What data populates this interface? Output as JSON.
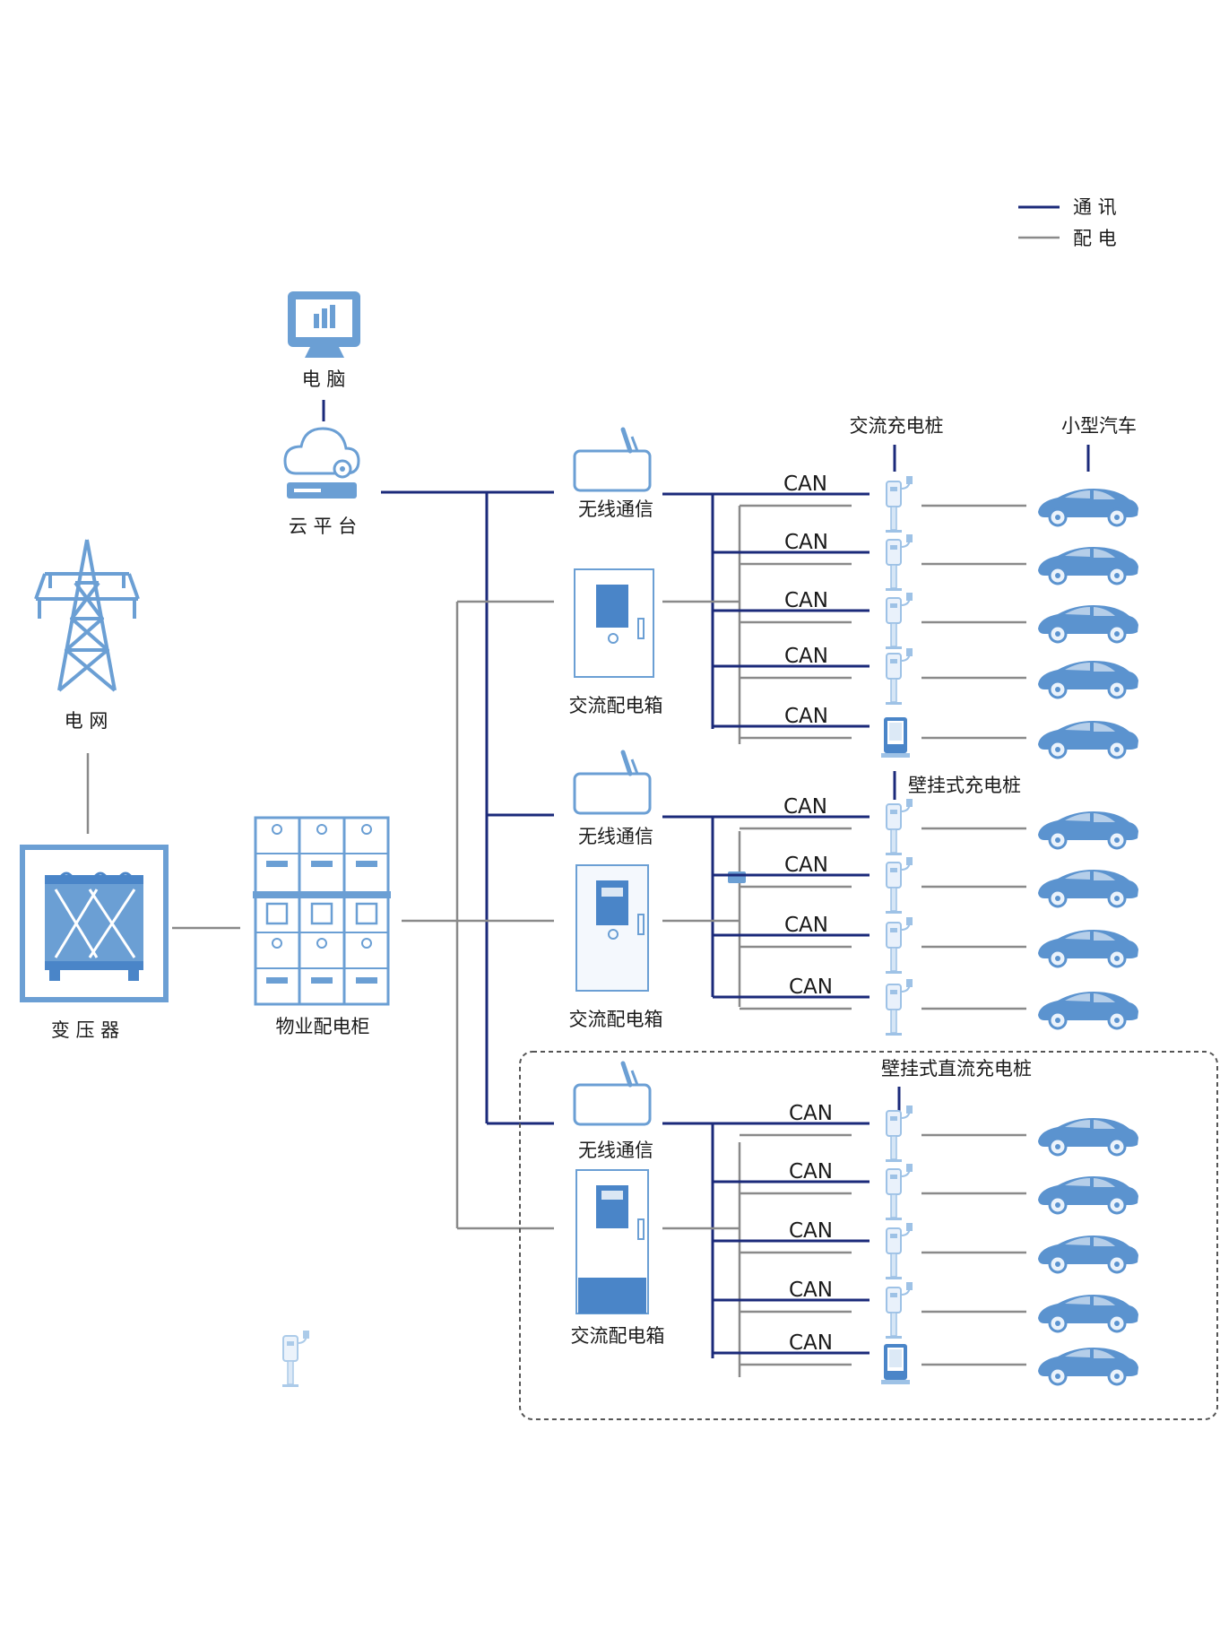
{
  "legend": {
    "communication": "通 讯",
    "power": "配 电"
  },
  "labels": {
    "computer": "电 脑",
    "cloud_platform": "云 平 台",
    "power_grid": "电 网",
    "transformer": "变 压 器",
    "property_cabinet": "物业配电柜",
    "ac_charger": "交流充电桩",
    "small_car": "小型汽车",
    "wall_ac_charger": "壁挂式充电桩",
    "wall_dc_charger": "壁挂式直流充电桩"
  },
  "groups": [
    {
      "wireless": "无线通信",
      "box": "交流配电箱",
      "links": [
        "CAN",
        "CAN",
        "CAN",
        "CAN",
        "CAN"
      ]
    },
    {
      "wireless": "无线通信",
      "box": "交流配电箱",
      "links": [
        "CAN",
        "CAN",
        "CAN",
        "CAN"
      ]
    },
    {
      "wireless": "无线通信",
      "box": "交流配电箱",
      "links": [
        "CAN",
        "CAN",
        "CAN",
        "CAN",
        "CAN"
      ]
    }
  ],
  "colors": {
    "communication": "#1b2a7a",
    "power": "#8a8a8a",
    "icon": "#6b9fd4"
  },
  "icons": [
    "computer-icon",
    "cloud-server-icon",
    "transmission-tower-icon",
    "transformer-icon",
    "distribution-cabinet-icon",
    "wireless-module-icon",
    "distribution-box-icon",
    "charging-pile-icon",
    "wall-charger-icon",
    "car-icon"
  ]
}
